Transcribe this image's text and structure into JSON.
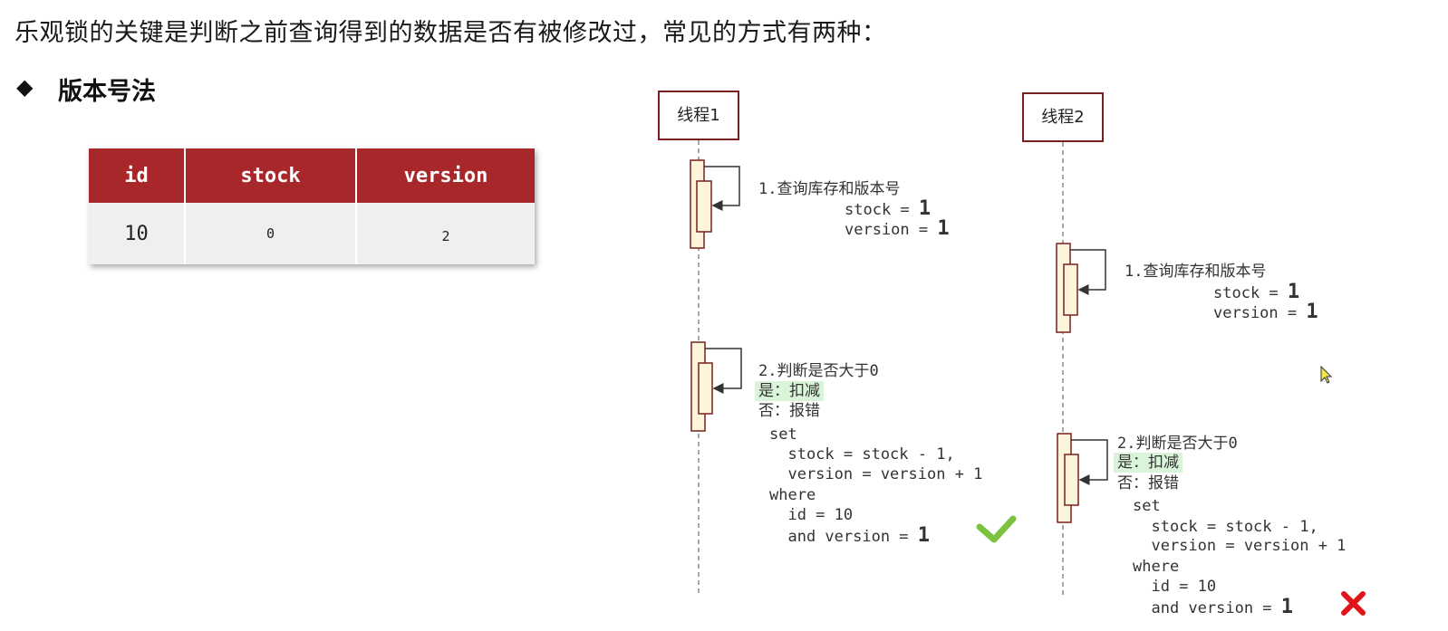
{
  "heading": "乐观锁的关键是判断之前查询得到的数据是否有被修改过，常见的方式有两种：",
  "section": {
    "bullet": "◆",
    "title": "版本号法"
  },
  "table": {
    "headers": [
      "id",
      "stock",
      "version"
    ],
    "row": [
      "10",
      "0",
      "2"
    ]
  },
  "threads": [
    {
      "name": "线程1",
      "query": {
        "title": "1.查询库存和版本号",
        "stock_label": "stock = ",
        "stock_value": "1",
        "version_label": "version = ",
        "version_value": "1"
      },
      "check": {
        "title": "2.判断是否大于0",
        "yes": "是：扣减",
        "no": "否：报错",
        "sql": {
          "set": "set",
          "line1": "  stock = stock - 1,",
          "line2": "  version = version + 1",
          "where": "where",
          "line3": "  id = 10",
          "line4": "  and version = ",
          "version_value": "1"
        },
        "result_icon": "check-mark-icon"
      }
    },
    {
      "name": "线程2",
      "query": {
        "title": "1.查询库存和版本号",
        "stock_label": "stock = ",
        "stock_value": "1",
        "version_label": "version = ",
        "version_value": "1"
      },
      "check": {
        "title": "2.判断是否大于0",
        "yes": "是：扣减",
        "no": "否：报错",
        "sql": {
          "set": "set",
          "line1": "  stock = stock - 1,",
          "line2": "  version = version + 1",
          "where": "where",
          "line3": "  id = 10",
          "line4": "  and version = ",
          "version_value": "1"
        },
        "result_icon": "cross-mark-icon"
      }
    }
  ],
  "colors": {
    "table_header": "#a8272b",
    "lifeline_box": "#7a1f1f",
    "activation_fill": "#fdf4dc",
    "highlight": "#d9f4d9",
    "success": "#7cc241",
    "failure": "#e0151b"
  }
}
